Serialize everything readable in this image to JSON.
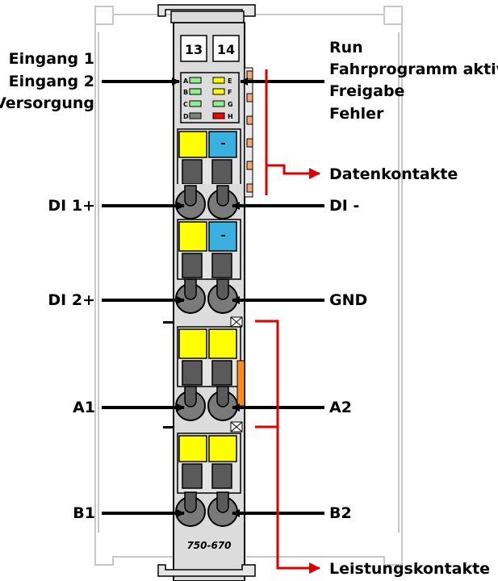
{
  "module": {
    "terminal_numbers": [
      "13",
      "14"
    ],
    "model_number": "750-670",
    "led_letters_left": [
      "A",
      "B",
      "C",
      "D"
    ],
    "led_letters_right": [
      "E",
      "F",
      "G",
      "H"
    ]
  },
  "labels_left": {
    "eingang1": "Eingang 1",
    "eingang2": "Eingang 2",
    "versorgung": "Versorgung",
    "di1": "DI 1+",
    "di2": "DI 2+",
    "a1": "A1",
    "b1": "B1"
  },
  "labels_right": {
    "run": "Run",
    "fahrprogramm": "Fahrprogramm aktiv",
    "freigabe": "Freigabe",
    "fehler": "Fehler",
    "datenkontakte": "Datenkontakte",
    "di_minus": "DI -",
    "gnd": "GND",
    "a2": "A2",
    "b2": "B2",
    "leistungskontakte": "Leistungskontakte"
  },
  "colors": {
    "housing": "#dcdcdc",
    "yellow": "#ffff00",
    "blue": "#3ab0e0",
    "dark_gray": "#5a5a5a",
    "led_green": "#90ee90",
    "led_yellow": "#ffff00",
    "led_red": "#ff0000",
    "arrow_red": "#e00000",
    "orange": "#ff8a1a"
  }
}
